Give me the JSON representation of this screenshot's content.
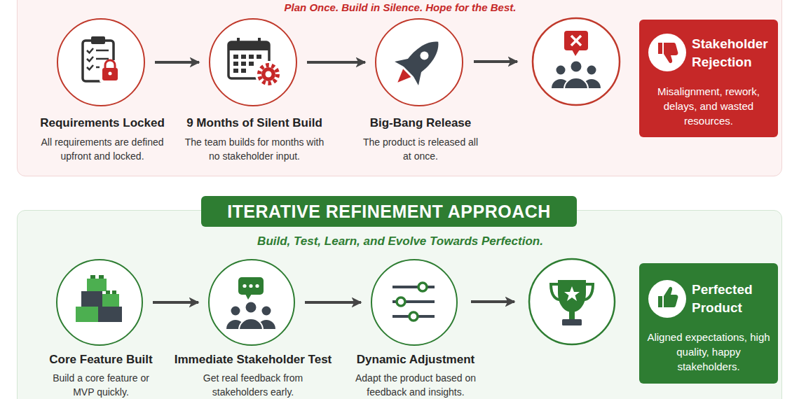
{
  "diagram": {
    "nodes": [
      {
        "text": [
          "Plan Once. Build in Silence. Hope for the Best."
        ]
      },
      {
        "text": [
          "Requirements Locked",
          "All requirements are defined upfront and locked."
        ],
        "in": 0
      },
      {
        "text": [
          "9 Months of Silent Build",
          "The team builds for months with no stakeholder input."
        ],
        "in": 0
      },
      {
        "text": [
          "Big-Bang Release",
          "The product is released all at once."
        ],
        "in": 0
      },
      {
        "text": [
          "Stakeholder Rejection",
          "Misalignment, rework, delays, and wasted resources."
        ],
        "in": 0
      },
      {
        "text": [
          "Build, Test, Learn, and Evolve Towards Perfection."
        ]
      },
      {
        "text": [
          "ITERATIVE REFINEMENT APPROACH"
        ],
        "in": 5
      },
      {
        "text": [
          "Core Feature Built",
          "Build a core feature or MVP quickly."
        ],
        "in": 5
      },
      {
        "text": [
          "Immediate Stakeholder Test",
          "Get real feedback from stakeholders early."
        ],
        "in": 5
      },
      {
        "text": [
          "Dynamic Adjustment",
          "Adapt the product based on feedback and insights."
        ],
        "in": 5
      },
      {
        "text": [
          "Perfected Product",
          "Aligned expectations, high quality, happy stakeholders."
        ],
        "in": 5
      }
    ],
    "edges": [
      {
        "from": 1,
        "to": 2,
        "arrow": "to"
      },
      {
        "from": 2,
        "to": 3,
        "arrow": "to"
      },
      {
        "from": 7,
        "to": 8,
        "arrow": "to"
      },
      {
        "from": 8,
        "to": 9,
        "arrow": "to"
      }
    ]
  }
}
